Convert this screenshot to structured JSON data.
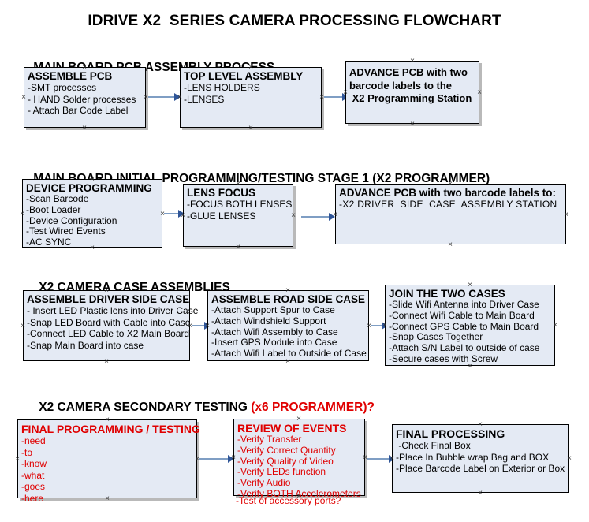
{
  "document": {
    "title": "IDRIVE X2  SERIES CAMERA PROCESSING FLOWCHART"
  },
  "sections": [
    {
      "id": "main-board-pcb-assembly-process",
      "title": "MAIN BOARD PCB ASSEMBLY PROCESS",
      "title_accent": "",
      "nodes": [
        {
          "id": "assemble-pcb",
          "title": "ASSEMBLE PCB",
          "lines": [
            "-SMT processes",
            "- HAND Solder processes",
            "- Attach Bar Code Label"
          ]
        },
        {
          "id": "top-level-assembly",
          "title": "TOP LEVEL ASSEMBLY",
          "lines": [
            "-LENS HOLDERS",
            "-LENSES"
          ]
        },
        {
          "id": "advance-pcb-to-programming-station",
          "title": "",
          "lines": [
            "ADVANCE PCB with two",
            "barcode labels to the",
            " X2 Programming Station"
          ]
        }
      ]
    },
    {
      "id": "main-board-initial-programming-testing-stage-1",
      "title": "MAIN BOARD INITIAL PROGRAMMING/TESTING STAGE 1 (X2 PROGRAMMER)",
      "title_accent": "",
      "nodes": [
        {
          "id": "device-programming",
          "title": "DEVICE PROGRAMMING",
          "lines": [
            "-Scan Barcode",
            "-Boot Loader",
            "-Device Configuration",
            "-Test Wired Events",
            "-AC SYNC"
          ]
        },
        {
          "id": "lens-focus",
          "title": "LENS FOCUS",
          "lines": [
            "-FOCUS BOTH LENSES",
            "-GLUE LENSES"
          ]
        },
        {
          "id": "advance-pcb-to-driver-side-case-station",
          "title": "ADVANCE PCB with two barcode labels to:",
          "lines": [
            "-X2 DRIVER  SIDE  CASE  ASSEMBLY STATION"
          ]
        }
      ]
    },
    {
      "id": "x2-camera-case-assemblies",
      "title": "X2 CAMERA CASE ASSEMBLIES",
      "title_accent": "",
      "nodes": [
        {
          "id": "assemble-driver-side-case",
          "title": "ASSEMBLE DRIVER SIDE CASE",
          "lines": [
            "- Insert LED Plastic lens into Driver Case",
            "-Snap LED Board with Cable into Case",
            "-Connect LED Cable to X2 Main Board",
            "-Snap Main Board into case"
          ]
        },
        {
          "id": "assemble-road-side-case",
          "title": "ASSEMBLE ROAD SIDE CASE",
          "lines": [
            "-Attach Support Spur to Case",
            "-Attach Windshield Support",
            "-Attach Wifi Assembly to Case",
            "-Insert GPS Module into Case",
            "-Attach Wifi Label to Outside of Case"
          ]
        },
        {
          "id": "join-the-two-cases",
          "title": "JOIN THE TWO CASES",
          "lines": [
            "-Slide Wifi Antenna into Driver Case",
            "-Connect Wifi Cable to Main Board",
            "-Connect GPS Cable to Main Board",
            "-Snap Cases Together",
            "-Attach S/N Label to outside of case",
            "-Secure cases with Screw"
          ]
        }
      ]
    },
    {
      "id": "x2-camera-secondary-testing",
      "title": "X2 CAMERA SECONDARY TESTING ",
      "title_accent": "(x6 PROGRAMMER)?",
      "nodes": [
        {
          "id": "final-programming-testing",
          "title": "FINAL PROGRAMMING / TESTING",
          "lines": [
            "-need",
            "-to",
            "-know",
            "-what",
            "-goes",
            "-here"
          ]
        },
        {
          "id": "review-of-events",
          "title": "REVIEW OF EVENTS",
          "lines": [
            "-Verify Transfer",
            "-Verify Correct Quantity",
            "-Verify Quality of Video",
            "-Verify LEDs function",
            "-Verify Audio",
            "-Verify BOTH Accelerometers"
          ],
          "overflow_line": "-Test of accessory ports?"
        },
        {
          "id": "final-processing",
          "title": "FINAL PROCESSING",
          "lines": [
            " -Check Final Box",
            "-Place In Bubble wrap Bag and BOX",
            "-Place Barcode Label on Exterior or Box"
          ]
        }
      ]
    }
  ],
  "colors": {
    "node_fill": "#e4eaf4",
    "node_border": "#000000",
    "connector": "#7f9ec4",
    "arrow_head": "#2f5597",
    "accent_red": "#e00000",
    "text": "#000000",
    "background": "#ffffff"
  }
}
